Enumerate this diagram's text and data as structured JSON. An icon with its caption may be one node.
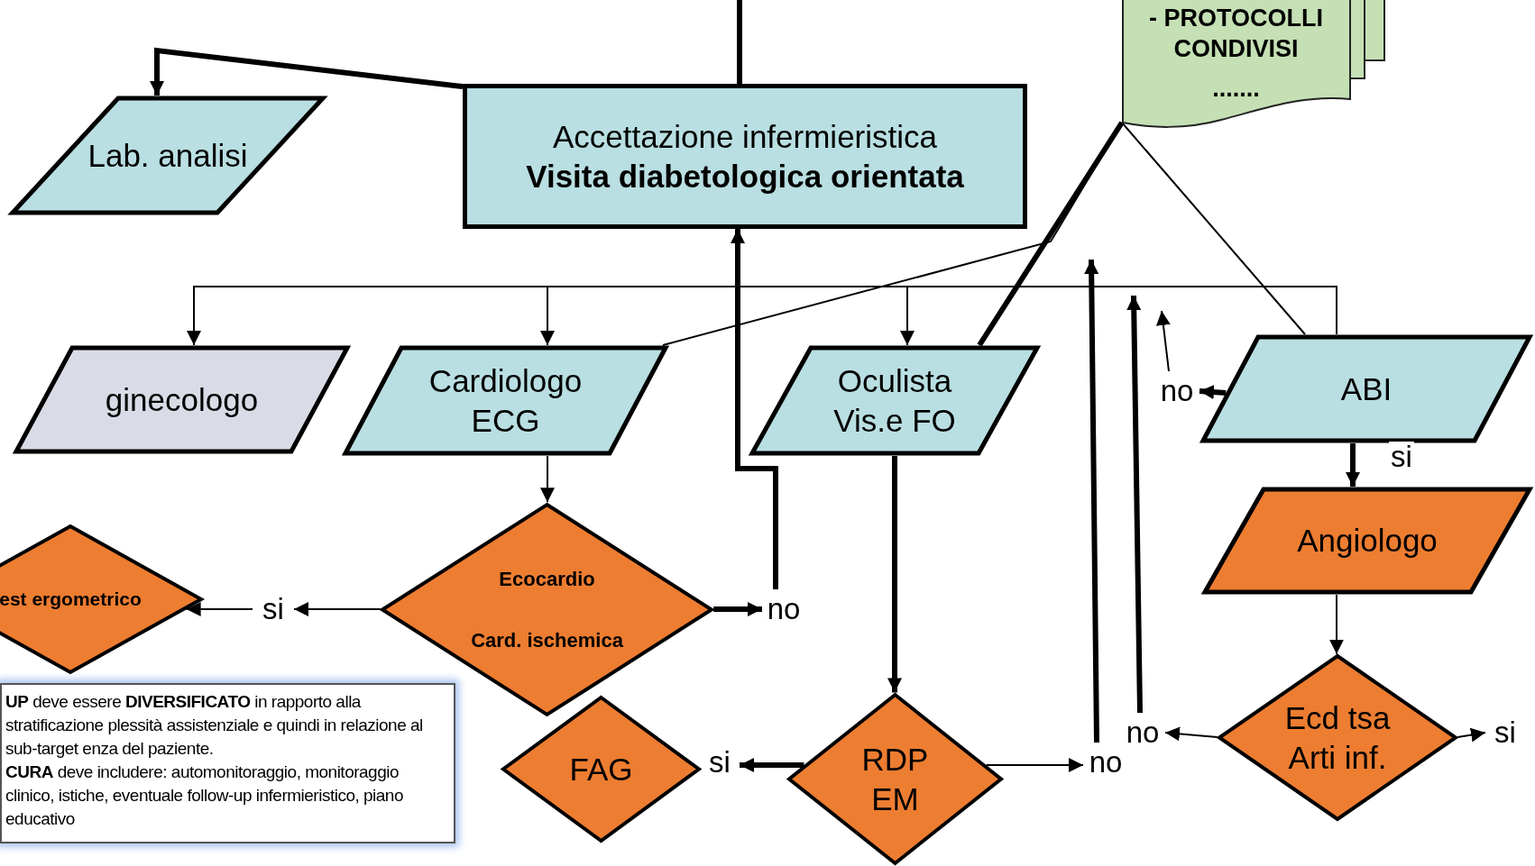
{
  "diagram": {
    "nodes": [
      {
        "text": [
          "Accettazione infermieristica",
          "Visita diabetologica orientata"
        ]
      },
      {
        "text": [
          "Lab. analisi"
        ]
      },
      {
        "text": [
          "- PROTOCOLLI CONDIVISI",
          "......."
        ]
      },
      {
        "text": [
          "ginecologo"
        ]
      },
      {
        "text": [
          "Cardiologo ECG"
        ]
      },
      {
        "text": [
          "Oculista Vis.e FO"
        ]
      },
      {
        "text": [
          "ABI"
        ]
      },
      {
        "text": [
          "est ergometrico"
        ]
      },
      {
        "text": [
          "Ecocardio",
          "Card. ischemica"
        ]
      },
      {
        "text": [
          "Angiologo"
        ]
      },
      {
        "text": [
          "FAG"
        ]
      },
      {
        "text": [
          "RDP EM"
        ]
      },
      {
        "text": [
          "Ecd tsa Arti inf."
        ]
      },
      {
        "text": [
          "si"
        ]
      },
      {
        "text": [
          "no"
        ]
      },
      {
        "text": [
          "si"
        ]
      },
      {
        "text": [
          "no"
        ]
      },
      {
        "text": [
          "no"
        ]
      },
      {
        "text": [
          "si"
        ]
      },
      {
        "text": [
          "no"
        ]
      },
      {
        "text": [
          "**UP** deve essere **DIVERSIFICATO** in rapporto alla stratificazione plessità assistenziale e quindi in relazione al sub-target enza del paziente.",
          "**CURA** deve includere: automonitoraggio, monitoraggio clinico, istiche, eventuale follow-up infermieristico, piano educativo"
        ]
      }
    ],
    "edges": [
      {
        "from": null,
        "to": 0,
        "arrow": "none",
        "style": "thick"
      },
      {
        "from": 0,
        "to": 1,
        "arrow": "to",
        "style": "thick"
      },
      {
        "from": 0,
        "to": 3,
        "arrow": "to"
      },
      {
        "from": 0,
        "to": 4,
        "arrow": "to"
      },
      {
        "from": 0,
        "to": 5,
        "arrow": "to"
      },
      {
        "from": 0,
        "to": 6,
        "arrow": "none"
      },
      {
        "from": 2,
        "to": 4,
        "arrow": "none"
      },
      {
        "from": 2,
        "to": 5,
        "arrow": "none",
        "style": "thick"
      },
      {
        "from": 2,
        "to": 6,
        "arrow": "none"
      },
      {
        "from": 8,
        "to": 13,
        "arrow": "to"
      },
      {
        "from": 13,
        "to": 7,
        "arrow": "to"
      },
      {
        "from": 8,
        "to": 14,
        "arrow": "to",
        "style": "thick"
      },
      {
        "from": 14,
        "to": 0,
        "arrow": "to",
        "style": "thick"
      },
      {
        "from": 4,
        "to": 8,
        "arrow": "to"
      },
      {
        "from": 5,
        "to": 11,
        "arrow": "to",
        "style": "thick"
      },
      {
        "from": 11,
        "to": 15,
        "arrow": "to",
        "style": "thick"
      },
      {
        "from": 11,
        "to": 16,
        "arrow": "to"
      },
      {
        "from": 16,
        "to": null,
        "arrow": "to",
        "style": "thick"
      },
      {
        "from": 12,
        "to": 17,
        "arrow": "to"
      },
      {
        "from": 17,
        "to": null,
        "arrow": "to",
        "style": "thick"
      },
      {
        "from": 12,
        "to": 18,
        "arrow": "to"
      },
      {
        "from": 6,
        "to": 19,
        "arrow": "to",
        "style": "thick"
      },
      {
        "from": 19,
        "to": null,
        "arrow": "to"
      },
      {
        "from": 6,
        "to": 9,
        "label": "si",
        "arrow": "to",
        "style": "thick"
      },
      {
        "from": 9,
        "to": 12,
        "arrow": "to"
      }
    ]
  }
}
